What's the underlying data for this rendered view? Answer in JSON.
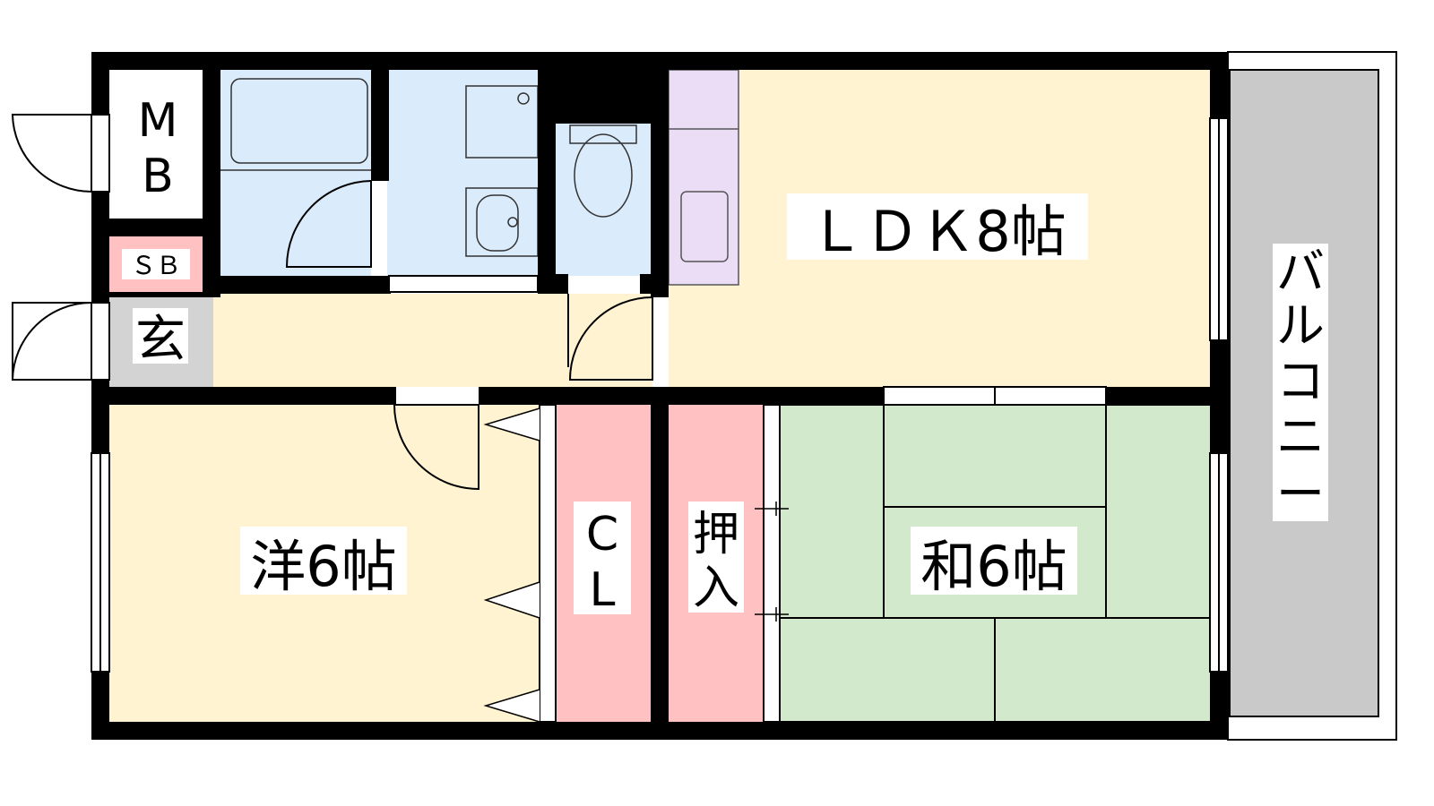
{
  "colors": {
    "wall": "#000000",
    "floor_wood": "#FFF3D1",
    "bath": "#DAEBFB",
    "kitchen_unit": "#ECDDF6",
    "storage": "#FFC1C1",
    "tatami": "#D2EACB",
    "genkan": "#D3D3D3",
    "balcony": "#C9C9C9",
    "white": "#FFFFFF"
  },
  "rooms": {
    "mb": {
      "line1": "M",
      "line2": "B"
    },
    "sb": "ＳＢ",
    "genkan": "玄",
    "ldk": "ＬＤＫ8帖",
    "western": "洋6帖",
    "closet": {
      "line1": "C",
      "line2": "L"
    },
    "oshiire": {
      "line1": "押",
      "line2": "入"
    },
    "washitsu": "和6帖",
    "balcony": [
      "バ",
      "ル",
      "コ",
      "ニ",
      "ー"
    ]
  }
}
